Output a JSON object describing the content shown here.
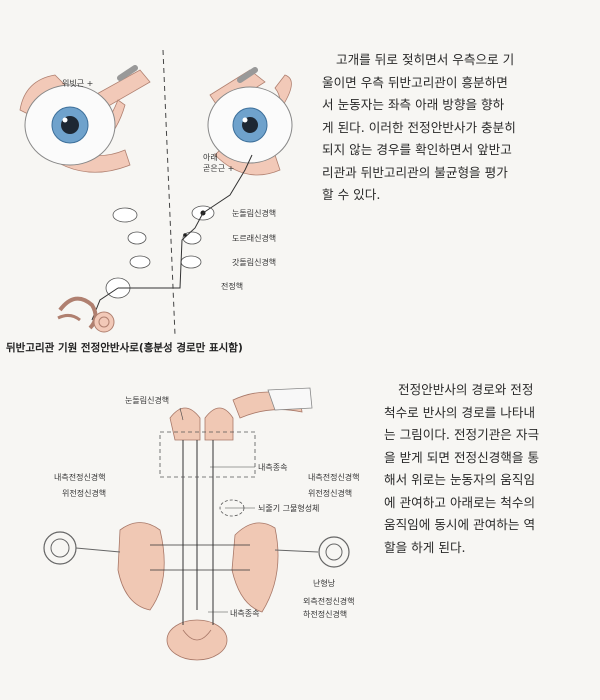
{
  "figure1": {
    "labels": {
      "superior_rectus": "위빗근 +",
      "inferior_oblique": "아래\n곧은근 +",
      "oculomotor_nucleus": "눈돌림신경핵",
      "trochlear_nucleus": "도르래신경핵",
      "abducens_nucleus": "갓돌림신경핵",
      "vestibular_nucleus": "전정핵"
    },
    "caption": "뒤반고리관 기원 전정안반사로(흥분성 경로만 표시함)"
  },
  "paragraph1": {
    "lines": [
      "고개를 뒤로 젖히면서 우측으로 기",
      "울이면 우측 뒤반고리관이 흥분하면",
      "서 눈동자는 좌측 아래 방향을 향하",
      "게 된다. 이러한 전정안반사가 충분히",
      "되지 않는 경우를 확인하면서 앞반고",
      "리관과 뒤반고리관의 불균형을 평가",
      "할 수 있다."
    ]
  },
  "figure2": {
    "labels": {
      "oculomotor_nucleus": "눈돌림신경핵",
      "mlf": "내측종속",
      "medial_vestibulospinal": "내측전정신경핵",
      "superior_vestibular_left": "위전정신경핵",
      "medial_vestibular_right": "내측전정신경핵",
      "superior_vestibular_right": "위전정신경핵",
      "cerebellum_flocculus": "뇌줄기 그물형성체",
      "nodulus": "난형낭",
      "lateral_vestibular": "외측전정신경핵",
      "inferior_vestibular": "하전정신경핵",
      "mlf_bottom": "내측종속"
    }
  },
  "paragraph2": {
    "lines": [
      "전정안반사의 경로와 전정",
      "척수로 반사의 경로를 나타내",
      "는 그림이다. 전정기관은 자극",
      "을 받게 되면 전정신경핵을 통",
      "해서 위로는 눈동자의 움직임",
      "에 관여하고 아래로는 척수의",
      "움직임에 동시에 관여하는 역",
      "할을 하게 된다."
    ]
  }
}
